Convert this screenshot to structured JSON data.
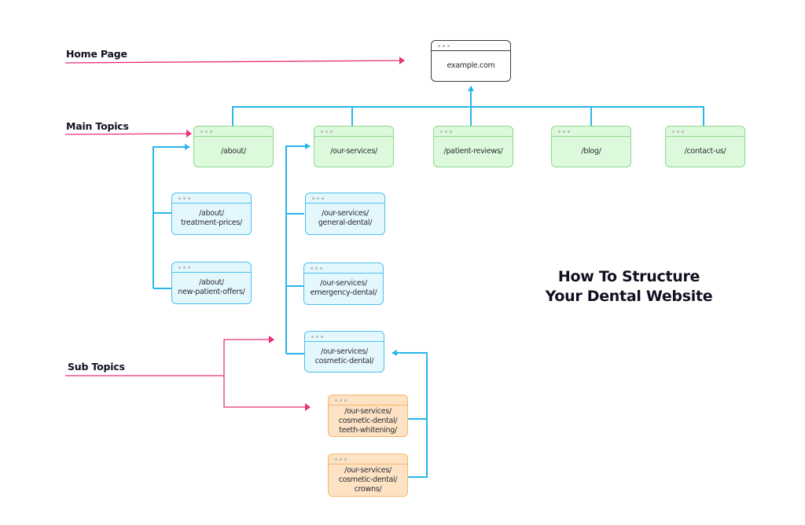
{
  "labels": {
    "home_page": "Home Page",
    "main_topics": "Main Topics",
    "sub_topics": "Sub Topics"
  },
  "title": {
    "line1": "How To Structure",
    "line2": "Your Dental Website"
  },
  "colors": {
    "connector": "#29b6ea",
    "pointer": "#e8317a",
    "home_border": "#3a3a3a",
    "main_fill": "#ddf9dc",
    "main_border": "#8fd98f",
    "sub_fill": "#e4f7fd",
    "sub_border": "#4cc0ee",
    "subsub_fill": "#fde3c4",
    "subsub_border": "#f6b46e"
  },
  "home": {
    "lines": [
      "example.com"
    ]
  },
  "main_topics": [
    {
      "lines": [
        "/about/"
      ]
    },
    {
      "lines": [
        "/our-services/"
      ]
    },
    {
      "lines": [
        "/patient-reviews/"
      ]
    },
    {
      "lines": [
        "/blog/"
      ]
    },
    {
      "lines": [
        "/contact-us/"
      ]
    }
  ],
  "about_children": [
    {
      "lines": [
        "/about/",
        "treatment-prices/"
      ]
    },
    {
      "lines": [
        "/about/",
        "new-patient-offers/"
      ]
    }
  ],
  "services_children": [
    {
      "lines": [
        "/our-services/",
        "general-dental/"
      ]
    },
    {
      "lines": [
        "/our-services/",
        "emergency-dental/"
      ]
    },
    {
      "lines": [
        "/our-services/",
        "cosmetic-dental/"
      ]
    }
  ],
  "cosmetic_children": [
    {
      "lines": [
        "/our-services/",
        "cosmetic-dental/",
        "teeth-whitening/"
      ]
    },
    {
      "lines": [
        "/our-services/",
        "cosmetic-dental/",
        "crowns/"
      ]
    }
  ]
}
